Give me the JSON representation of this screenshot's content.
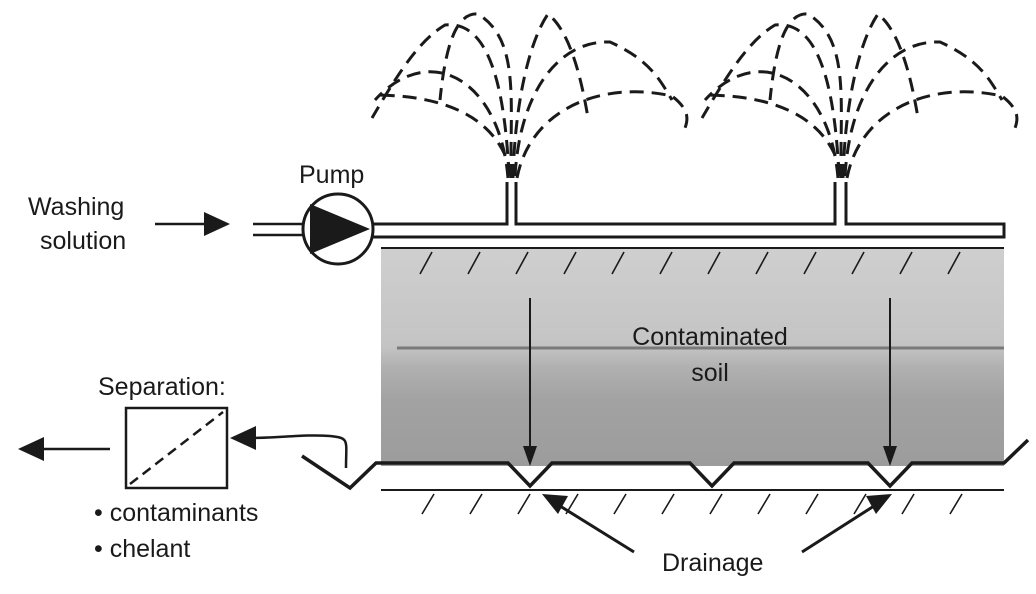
{
  "labels": {
    "washing_line1": "Washing",
    "washing_line2": "solution",
    "pump": "Pump",
    "soil_line1": "Contaminated",
    "soil_line2": "soil",
    "separation": "Separation:",
    "bullet1": "• contaminants",
    "bullet2": "• chelant",
    "drainage": "Drainage"
  },
  "colors": {
    "ink": "#1a1a1a",
    "soil_top": "#c8c8c8",
    "soil_mid": "#bdbdbd",
    "soil_bottom": "#9e9e9e",
    "soil_line": "#777777"
  }
}
